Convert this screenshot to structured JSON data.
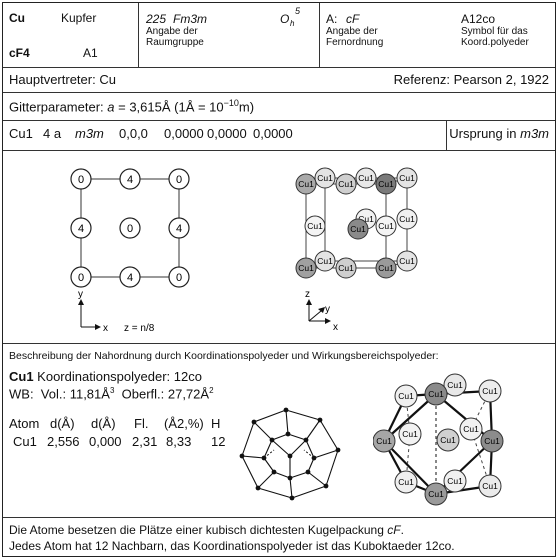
{
  "header": {
    "element": "Cu",
    "name": "Kupfer",
    "pearson": "cF4",
    "strukturbericht": "A1",
    "spacegroup_num": "225",
    "spacegroup_symbol": "Fm3m",
    "spacegroup_desc_1": "Angabe der",
    "spacegroup_desc_2": "Raumgruppe",
    "point_group": "O",
    "point_group_sub": "h",
    "point_group_sup": "5",
    "fern_prefix": "A:",
    "fern_value": "cF",
    "fern_desc_1": "Angabe der",
    "fern_desc_2": "Fernordnung",
    "koord_symbol": "A12co",
    "koord_desc_1": "Symbol für das",
    "koord_desc_2": "Koord.polyeder"
  },
  "rows": {
    "hauptvertreter": "Hauptvertreter: Cu",
    "referenz": "Referenz: Pearson 2, 1922",
    "gitter_prefix": "Gitterparameter: ",
    "gitter_a": "a",
    "gitter_value": " = 3,615Å (1Å = 10",
    "gitter_exp": "−10",
    "gitter_unit": "m)",
    "pos_atom": "Cu1",
    "pos_wyckoff": "4 a",
    "pos_site": "m3m",
    "pos_xyz": "0,0,0",
    "pos_b1": "0,0000",
    "pos_b2": "0,0000",
    "pos_b3": "0,0000",
    "ursprung_prefix": "Ursprung in ",
    "ursprung_value": "m3m"
  },
  "projection": {
    "heights": [
      "0",
      "4",
      "0",
      "4",
      "0",
      "4",
      "0",
      "4",
      "0"
    ],
    "axis_x": "x",
    "axis_y": "y",
    "z_note": "z = n/8"
  },
  "cell3d": {
    "atom_label": "Cu1",
    "axis_x": "x",
    "axis_y": "y",
    "axis_z": "z"
  },
  "coordination": {
    "heading": "Beschreibung der Nahordnung durch Koordinationspolyeder und Wirkungsbereichspolyeder:",
    "atom": "Cu1",
    "koord_text": " Koordinationspolyeder: 12co",
    "wb_label": "WB:",
    "vol_label": "Vol.: 11,81Å",
    "vol_exp": "3",
    "oberfl_label": "Oberfl.: 27,72Å",
    "oberfl_exp": "2",
    "table_headers": [
      "Atom",
      "d(Å)",
      "d(Å)",
      "Fl.",
      "(Å2,%)",
      "H"
    ],
    "table_row": [
      "Cu1",
      "2,556",
      "0,000",
      "2,31",
      "8,33",
      "12"
    ],
    "cluster_label": "Cu1"
  },
  "footer": {
    "line1_a": "Die Atome besetzen die Plätze einer kubisch dichtesten Kugelpackung ",
    "line1_b": "cF",
    "line1_c": ".",
    "line2": "Jedes Atom hat 12 Nachbarn, das Koordinationspolyeder ist das Kuboktaeder 12co."
  }
}
